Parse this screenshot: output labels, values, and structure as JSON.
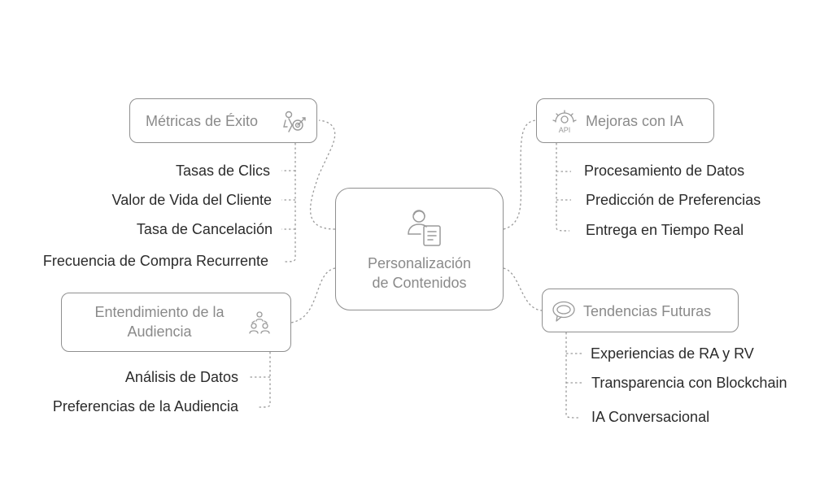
{
  "center": {
    "title": "Personalización\nde Contenidos",
    "icon": "person-document-icon"
  },
  "branches": [
    {
      "id": "metricas",
      "title": "Métricas de Éxito",
      "icon": "person-target-icon",
      "items": [
        "Tasas de Clics",
        "Valor de Vida del Cliente",
        "Tasa de Cancelación",
        "Frecuencia de Compra Recurrente"
      ]
    },
    {
      "id": "audiencia",
      "title": "Entendimiento de la\nAudiencia",
      "icon": "audience-group-icon",
      "items": [
        "Análisis de Datos",
        "Preferencias de la Audiencia"
      ]
    },
    {
      "id": "mejoras",
      "title": "Mejoras con IA",
      "icon": "api-gear-icon",
      "items": [
        "Procesamiento de Datos",
        "Predicción de Preferencias",
        "Entrega en Tiempo Real"
      ]
    },
    {
      "id": "tendencias",
      "title": "Tendencias Futuras",
      "icon": "speech-bubble-icon",
      "items": [
        "Experiencias de RA y RV",
        "Transparencia con Blockchain",
        "IA Conversacional"
      ]
    }
  ],
  "colors": {
    "border": "#8f8f8f",
    "node_text": "#8a8a8a",
    "leaf_text": "#2b2b2b",
    "connector": "#9a9a9a"
  }
}
